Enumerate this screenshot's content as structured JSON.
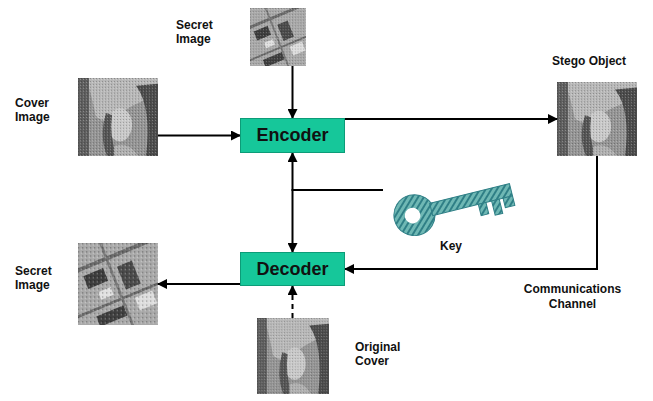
{
  "diagram": {
    "nodes": [
      {
        "text": [
          "Secret Image"
        ]
      },
      {
        "text": [
          "Cover Image"
        ]
      },
      {
        "text": [
          "Encoder"
        ]
      },
      {
        "text": [
          "Stego Object"
        ]
      },
      {
        "text": [
          "Key"
        ]
      },
      {
        "text": [
          "Secret Image"
        ]
      },
      {
        "text": [
          "Decoder"
        ]
      },
      {
        "text": [
          "Original Cover"
        ]
      }
    ],
    "edges": [
      {
        "from": 0,
        "to": 2,
        "arrow": "to"
      },
      {
        "from": 1,
        "to": 2,
        "arrow": "to"
      },
      {
        "from": 2,
        "to": 3,
        "arrow": "to"
      },
      {
        "from": 4,
        "to": 2,
        "arrow": "to"
      },
      {
        "from": 4,
        "to": 6,
        "arrow": "to"
      },
      {
        "from": 3,
        "to": 6,
        "label": "Communications Channel",
        "arrow": "to"
      },
      {
        "from": 6,
        "to": 5,
        "arrow": "to"
      },
      {
        "from": 7,
        "to": 6,
        "arrow": "to"
      }
    ]
  }
}
